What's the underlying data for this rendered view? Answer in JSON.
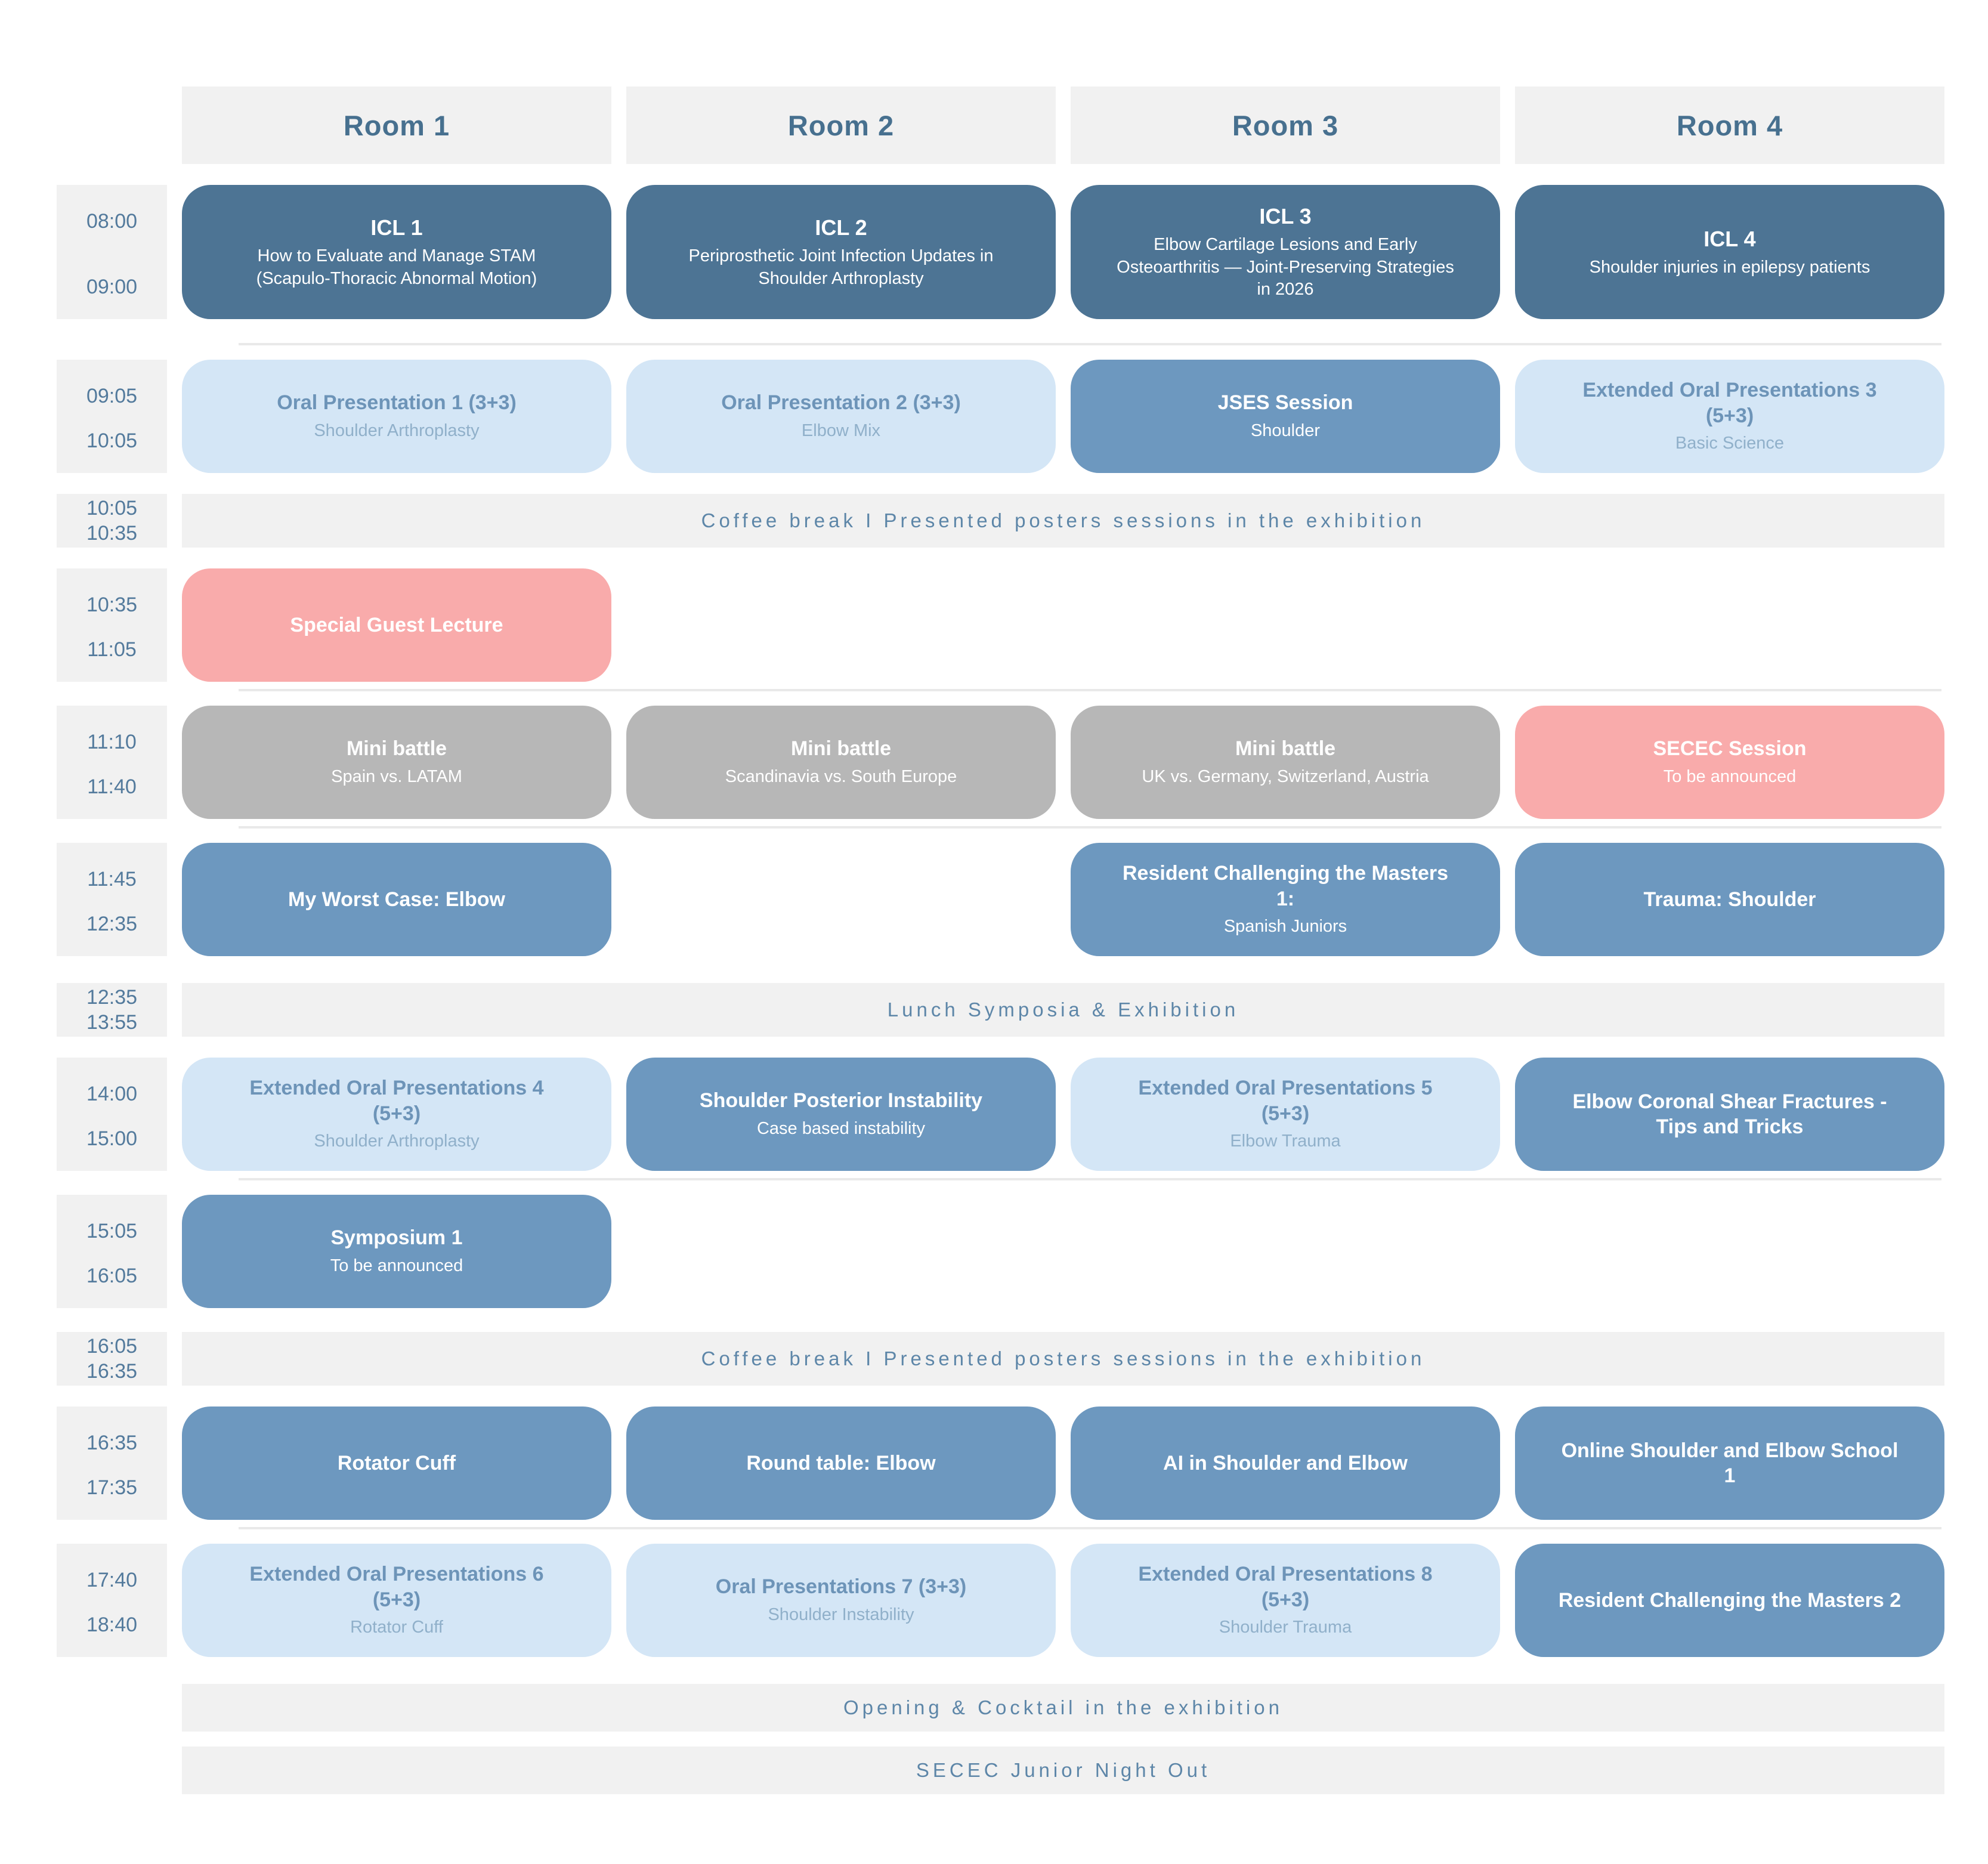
{
  "header": {
    "rooms": [
      "Room 1",
      "Room 2",
      "Room 3",
      "Room 4"
    ]
  },
  "colors": {
    "dark_blue": "#4d7494",
    "medium_blue": "#6d98bf",
    "light_blue": "#d4e6f6",
    "gray": "#b7b7b7",
    "pink": "#f9abab",
    "bar_background": "#f1f1f1",
    "time_text": "#537a9c",
    "break_text": "#5d86a8",
    "header_text": "#47708f"
  },
  "rows": [
    {
      "time": [
        "08:00",
        "09:00"
      ],
      "c1": {
        "title": "ICL 1",
        "subtitle": "How to Evaluate and Manage STAM (Scapulo-Thoracic Abnormal Motion)"
      },
      "c2": {
        "title": "ICL 2",
        "subtitle": "Periprosthetic Joint Infection Updates in Shoulder Arthroplasty"
      },
      "c3": {
        "title": "ICL 3",
        "subtitle": "Elbow Cartilage Lesions and Early Osteoarthritis — Joint-Preserving Strategies in 2026"
      },
      "c4": {
        "title": "ICL 4",
        "subtitle": "Shoulder injuries in epilepsy patients"
      }
    },
    {
      "time": [
        "09:05",
        "10:05"
      ],
      "c1": {
        "title": "Oral Presentation 1 (3+3)",
        "subtitle": "Shoulder Arthroplasty"
      },
      "c2": {
        "title": "Oral Presentation 2 (3+3)",
        "subtitle": "Elbow Mix"
      },
      "c3": {
        "title": "JSES Session",
        "subtitle": "Shoulder"
      },
      "c4": {
        "title": "Extended Oral Presentations 3 (5+3)",
        "subtitle": "Basic Science"
      }
    },
    {
      "time": [
        "10:05",
        "10:35"
      ],
      "label": "Coffee break I Presented posters sessions in the exhibition"
    },
    {
      "time": [
        "10:35",
        "11:05"
      ],
      "c1": {
        "title": "Special Guest Lecture"
      }
    },
    {
      "time": [
        "11:10",
        "11:40"
      ],
      "c1": {
        "title": "Mini battle",
        "subtitle": "Spain vs. LATAM"
      },
      "c2": {
        "title": "Mini battle",
        "subtitle": "Scandinavia vs. South Europe"
      },
      "c3": {
        "title": "Mini battle",
        "subtitle": "UK vs. Germany, Switzerland, Austria"
      },
      "c4": {
        "title": "SECEC Session",
        "subtitle": "To be announced"
      }
    },
    {
      "time": [
        "11:45",
        "12:35"
      ],
      "c1": {
        "title": "My Worst Case: Elbow"
      },
      "c3": {
        "title": "Resident Challenging the Masters 1:",
        "subtitle": "Spanish Juniors"
      },
      "c4": {
        "title": "Trauma: Shoulder"
      }
    },
    {
      "time": [
        "12:35",
        "13:55"
      ],
      "label": "Lunch Symposia & Exhibition"
    },
    {
      "time": [
        "14:00",
        "15:00"
      ],
      "c1": {
        "title": "Extended Oral Presentations 4 (5+3)",
        "subtitle": "Shoulder Arthroplasty"
      },
      "c2": {
        "title": "Shoulder Posterior Instability",
        "subtitle": "Case based instability"
      },
      "c3": {
        "title": "Extended Oral Presentations 5 (5+3)",
        "subtitle": "Elbow Trauma"
      },
      "c4": {
        "title": "Elbow Coronal Shear Fractures - Tips and Tricks"
      }
    },
    {
      "time": [
        "15:05",
        "16:05"
      ],
      "c1": {
        "title": "Symposium 1",
        "subtitle": "To be announced"
      }
    },
    {
      "time": [
        "16:05",
        "16:35"
      ],
      "label": "Coffee break I Presented posters sessions in the exhibition"
    },
    {
      "time": [
        "16:35",
        "17:35"
      ],
      "c1": {
        "title": "Rotator Cuff"
      },
      "c2": {
        "title": "Round table: Elbow"
      },
      "c3": {
        "title": "AI in Shoulder and Elbow"
      },
      "c4": {
        "title": "Online Shoulder and Elbow School 1"
      }
    },
    {
      "time": [
        "17:40",
        "18:40"
      ],
      "c1": {
        "title": "Extended Oral Presentations 6 (5+3)",
        "subtitle": "Rotator Cuff"
      },
      "c2": {
        "title": "Oral Presentations 7 (3+3)",
        "subtitle": "Shoulder Instability"
      },
      "c3": {
        "title": "Extended Oral Presentations 8 (5+3)",
        "subtitle": "Shoulder Trauma"
      },
      "c4": {
        "title": "Resident Challenging the Masters 2"
      }
    },
    {
      "label": "Opening & Cocktail in the exhibition"
    },
    {
      "label": "SECEC Junior Night Out"
    }
  ]
}
